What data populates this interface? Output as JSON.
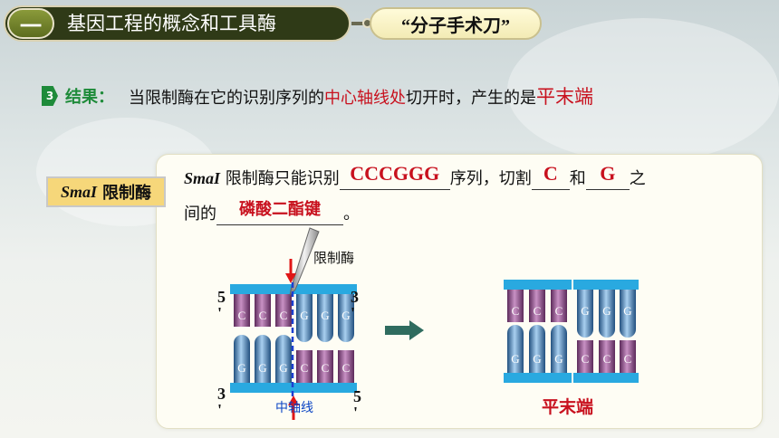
{
  "header": {
    "section_number": "一",
    "title": "基因工程的概念和工具酶",
    "subtitle": "“分子手术刀”"
  },
  "result": {
    "step_number": "3",
    "label": "结果：",
    "text_1": "当限制酶在它的识别序列的",
    "text_highlight": "中心轴线处",
    "text_2": "切开时，产生的是",
    "text_end": "平末端"
  },
  "example": {
    "tag_italic": "SmaI",
    "tag_text": "限制酶",
    "s1_italic": "SmaI",
    "s1_text_1": " 限制酶只能识别",
    "answer_sequence": "CCCGGG",
    "s1_text_2": "序列，切割",
    "answer_c": "C",
    "s1_text_3": "和",
    "answer_g": "G",
    "s1_text_4": "之",
    "s2_text_1": "间的",
    "answer_bond": "磷酸二酯键",
    "s2_text_2": "。"
  },
  "diagram": {
    "enzyme_label": "限制酶",
    "axis_label": "中轴线",
    "result_label": "平末端",
    "prime_5": "5",
    "prime_3": "3",
    "prime_mark": "'",
    "top_bases": [
      "C",
      "C",
      "C",
      "G",
      "G",
      "G"
    ],
    "bottom_bases": [
      "G",
      "G",
      "G",
      "C",
      "C",
      "C"
    ]
  },
  "colors": {
    "cytosine": "#8a3f87",
    "guanine": "#3f7fbf",
    "backbone": "#29a9e0",
    "highlight_red": "#c8111e",
    "step_green": "#1e8b3a",
    "axis_blue": "#0a44c4"
  }
}
